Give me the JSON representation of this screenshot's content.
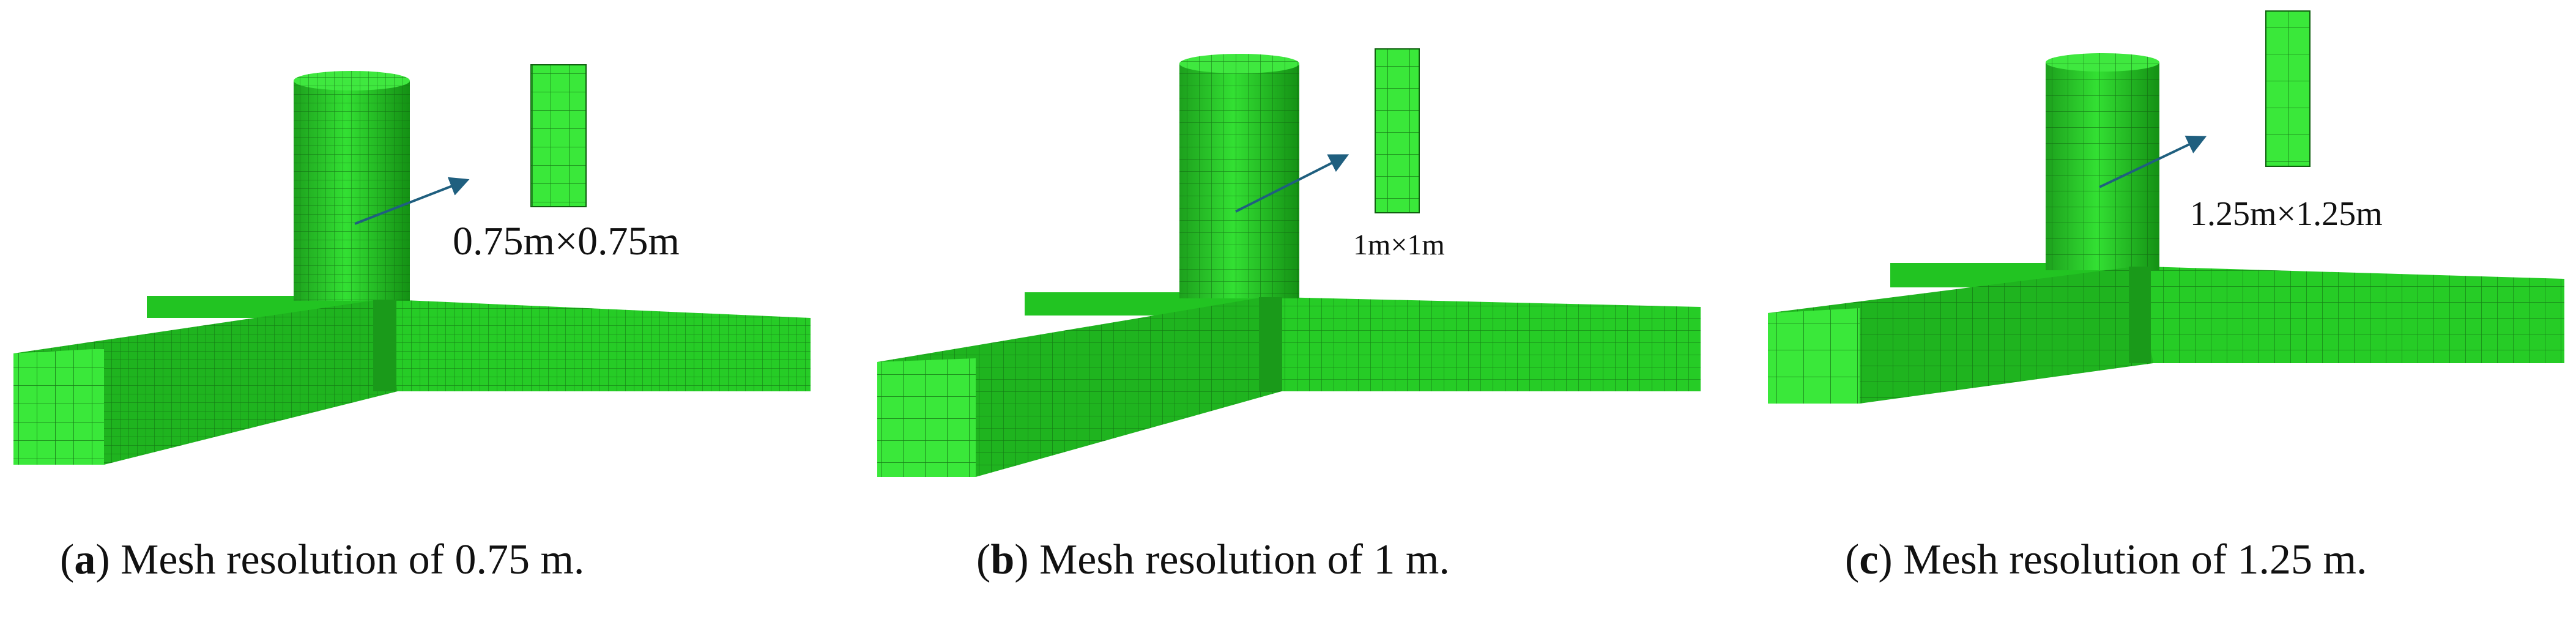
{
  "colors": {
    "mesh_face": "#33e733",
    "mesh_side": "#22c422",
    "mesh_dark": "#1a9a1a",
    "grid_line": "#0f5f0f",
    "arrow": "#1f5f7f"
  },
  "panels": [
    {
      "id": "a",
      "size_label": "0.75m×0.75m",
      "caption_letter": "a",
      "caption_text": " Mesh resolution of 0.75 m."
    },
    {
      "id": "b",
      "size_label": "1m×1m",
      "caption_letter": "b",
      "caption_text": " Mesh resolution of 1 m."
    },
    {
      "id": "c",
      "size_label": "1.25m×1.25m",
      "caption_letter": "c",
      "caption_text": " Mesh resolution of 1.25 m."
    }
  ]
}
